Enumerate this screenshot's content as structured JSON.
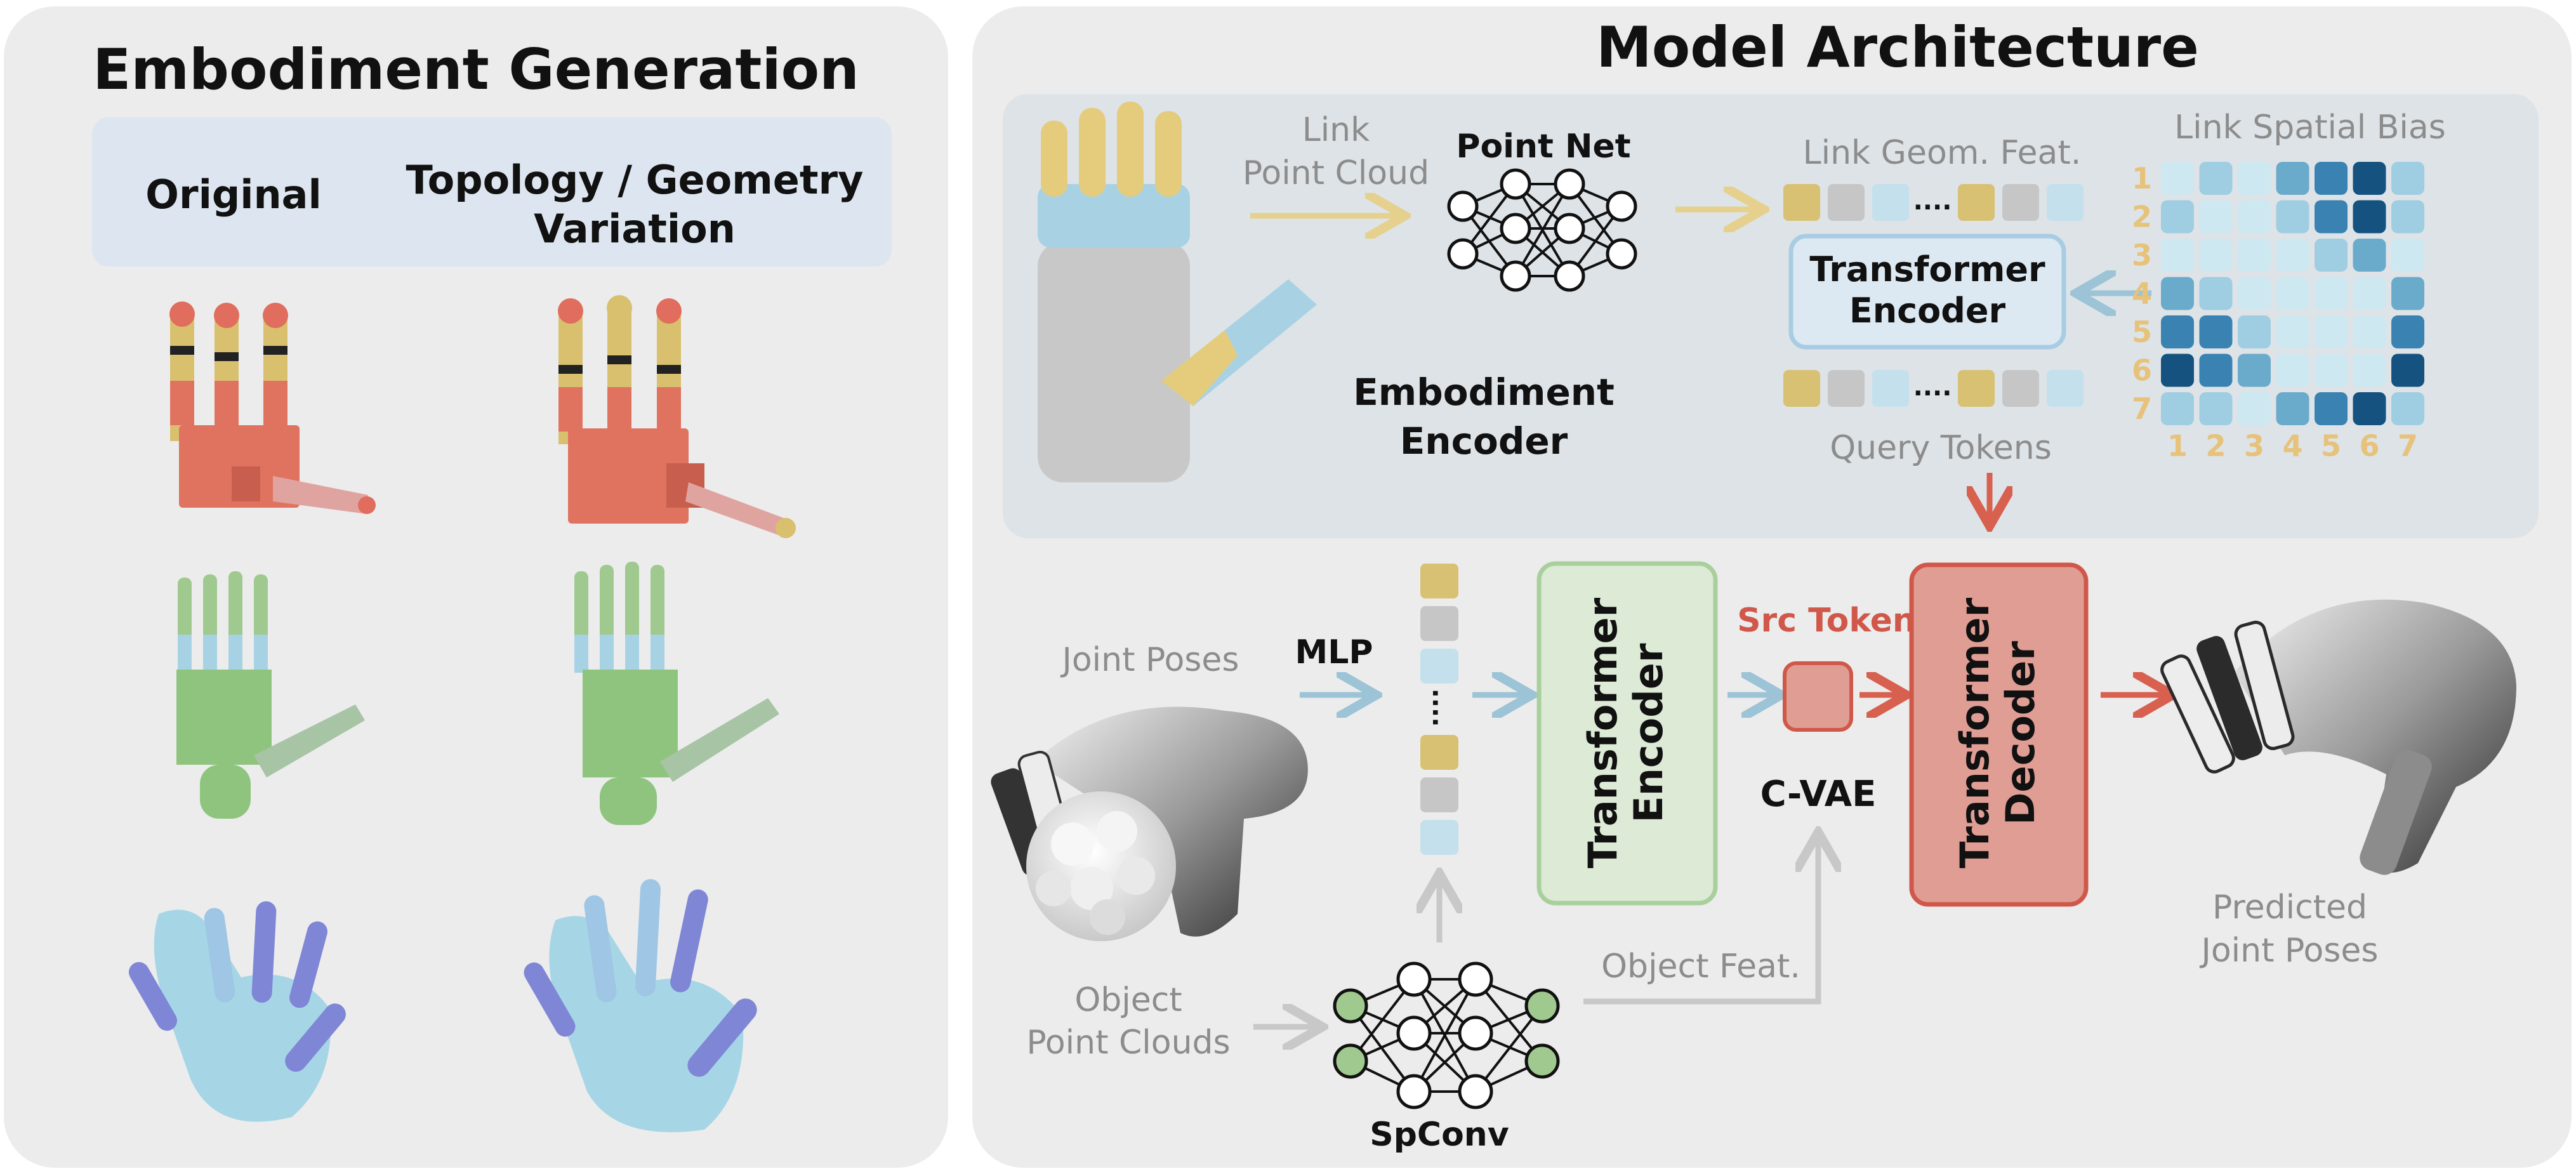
{
  "left_panel": {
    "title": "Embodiment Generation",
    "col_original": "Original",
    "col_variation_line1": "Topology / Geometry",
    "col_variation_line2": "Variation"
  },
  "right_panel": {
    "title": "Model Architecture",
    "link_point_cloud_1": "Link",
    "link_point_cloud_2": "Point Cloud",
    "point_net": "Point Net",
    "link_geom_feat": "Link Geom. Feat.",
    "transformer_encoder_top_1": "Transformer",
    "transformer_encoder_top_2": "Encoder",
    "embodiment_encoder_1": "Embodiment",
    "embodiment_encoder_2": "Encoder",
    "query_tokens": "Query Tokens",
    "link_spatial_bias": "Link Spatial Bias",
    "matrix_row_labels": [
      "1",
      "2",
      "3",
      "4",
      "5",
      "6",
      "7"
    ],
    "matrix_col_labels": [
      "1",
      "2",
      "3",
      "4",
      "5",
      "6",
      "7"
    ],
    "joint_poses": "Joint Poses",
    "mlp": "MLP",
    "transformer_encoder_bottom_1": "Transformer",
    "transformer_encoder_bottom_2": "Encoder",
    "src_token": "Src Token",
    "cvae": "C-VAE",
    "transformer_decoder_1": "Transformer",
    "transformer_decoder_2": "Decoder",
    "predicted_1": "Predicted",
    "predicted_2": "Joint Poses",
    "object_point_clouds_1": "Object",
    "object_point_clouds_2": "Point Clouds",
    "object_feat": "Object Feat.",
    "spconv": "SpConv",
    "dots": "...."
  },
  "colors": {
    "panel_bg": "#ececec",
    "encoder_region": "#dde3e7",
    "header_band": "#dde6f0",
    "yellow_token": "#d8c173",
    "gray_token": "#c6c6c6",
    "blue_token": "#c3e0ec",
    "yellow_arrow": "#e6d08e",
    "blue_arrow": "#9cc4d6",
    "red_arrow": "#d8604f",
    "green_box": "#dcead6",
    "red_box": "#df9d93",
    "gray_text": "#8c8c8c",
    "red_text": "#d0584a",
    "matrix_label": "#e6c27a"
  },
  "spatial_bias_matrix": [
    [
      1,
      2,
      1,
      3,
      4,
      5,
      2
    ],
    [
      2,
      1,
      1,
      2,
      4,
      5,
      2
    ],
    [
      1,
      1,
      1,
      1,
      2,
      3,
      1
    ],
    [
      3,
      2,
      1,
      1,
      1,
      1,
      3
    ],
    [
      4,
      4,
      2,
      1,
      1,
      1,
      4
    ],
    [
      5,
      4,
      3,
      1,
      1,
      1,
      5
    ],
    [
      2,
      2,
      1,
      3,
      4,
      5,
      2
    ]
  ]
}
